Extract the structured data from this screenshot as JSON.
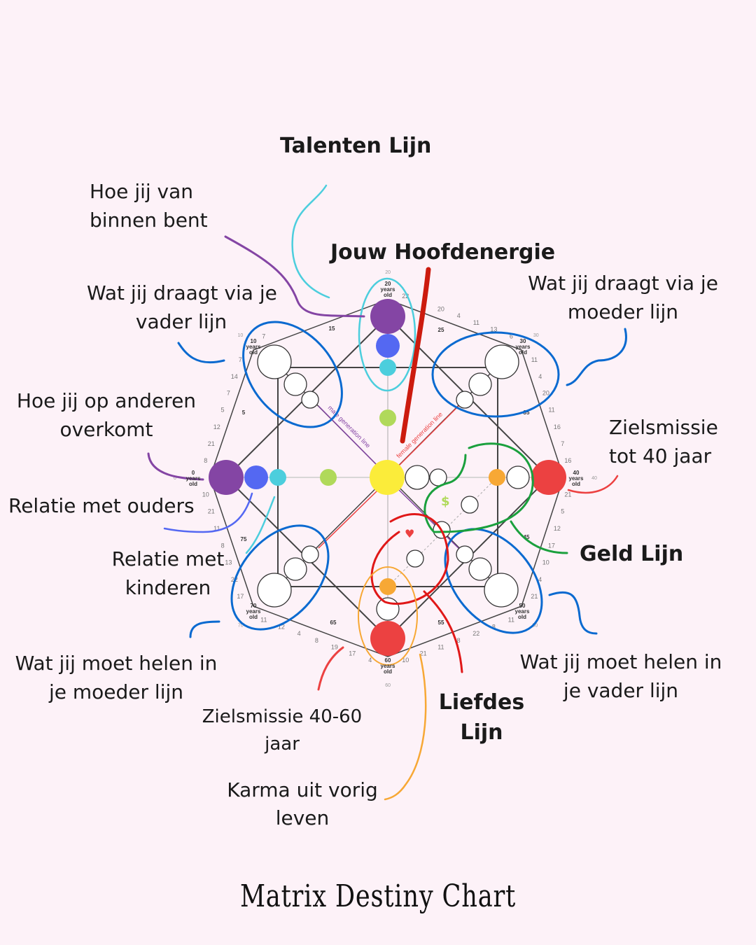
{
  "labels": {
    "talenten": "Talenten Lijn",
    "binnen_1": "Hoe jij van",
    "binnen_2": "binnen bent",
    "hoofdenergie": "Jouw Hoofdenergie",
    "vader_1": "Wat jij draagt via je",
    "vader_2": "vader lijn",
    "moeder_1": "Wat jij draagt via je",
    "moeder_2": "moeder lijn",
    "anderen_1": "Hoe jij op anderen",
    "anderen_2": "overkomt",
    "ziel40_1": "Zielsmissie",
    "ziel40_2": "tot 40 jaar",
    "ouders": "Relatie met ouders",
    "geld": "Geld Lijn",
    "kinderen_1": "Relatie met",
    "kinderen_2": "kinderen",
    "heal_moeder_1": "Wat jij moet helen in",
    "heal_moeder_2": "je moeder lijn",
    "heal_vader_1": "Wat jij moet helen in",
    "heal_vader_2": "je vader lijn",
    "liefdes_1": "Liefdes",
    "liefdes_2": "Lijn",
    "ziel4060_1": "Zielsmissie 40-60",
    "ziel4060_2": "jaar",
    "karma_1": "Karma uit vorig",
    "karma_2": "leven"
  },
  "chart": {
    "ages": [
      "0 years old",
      "10 years old",
      "20 years old",
      "30 years old",
      "40 years old",
      "50 years old",
      "60 years old",
      "70 years old"
    ],
    "age_numbers": [
      "0",
      "10",
      "20",
      "30",
      "40",
      "50",
      "60",
      "70"
    ],
    "minor_ages": [
      "5",
      "15",
      "25",
      "35",
      "45",
      "55",
      "65",
      "75"
    ],
    "male_line": "male generation line",
    "female_line": "female generation line",
    "ring_numbers": [
      "22",
      "6",
      "20",
      "4",
      "11",
      "13",
      "6",
      "11",
      "4",
      "20",
      "11",
      "16",
      "7",
      "16",
      "21",
      "5",
      "12",
      "17",
      "10",
      "4",
      "21",
      "11",
      "8",
      "22",
      "8",
      "11",
      "21",
      "10",
      "4",
      "17",
      "19",
      "8",
      "4",
      "12",
      "11",
      "17",
      "22",
      "13",
      "8",
      "11",
      "21",
      "10",
      "8",
      "21",
      "12",
      "5",
      "7",
      "14",
      "7",
      "7"
    ],
    "symbols": {
      "money": "$",
      "heart": "♥"
    }
  },
  "colors": {
    "purple": "#8445a4",
    "blue": "#5468f2",
    "cyan": "#4ccedd",
    "green": "#b0d95a",
    "yellow": "#fbec3a",
    "orange": "#f7a835",
    "red": "#ec4141",
    "background": "#fdf2f8"
  },
  "footer": "Matrix Destiny Chart"
}
